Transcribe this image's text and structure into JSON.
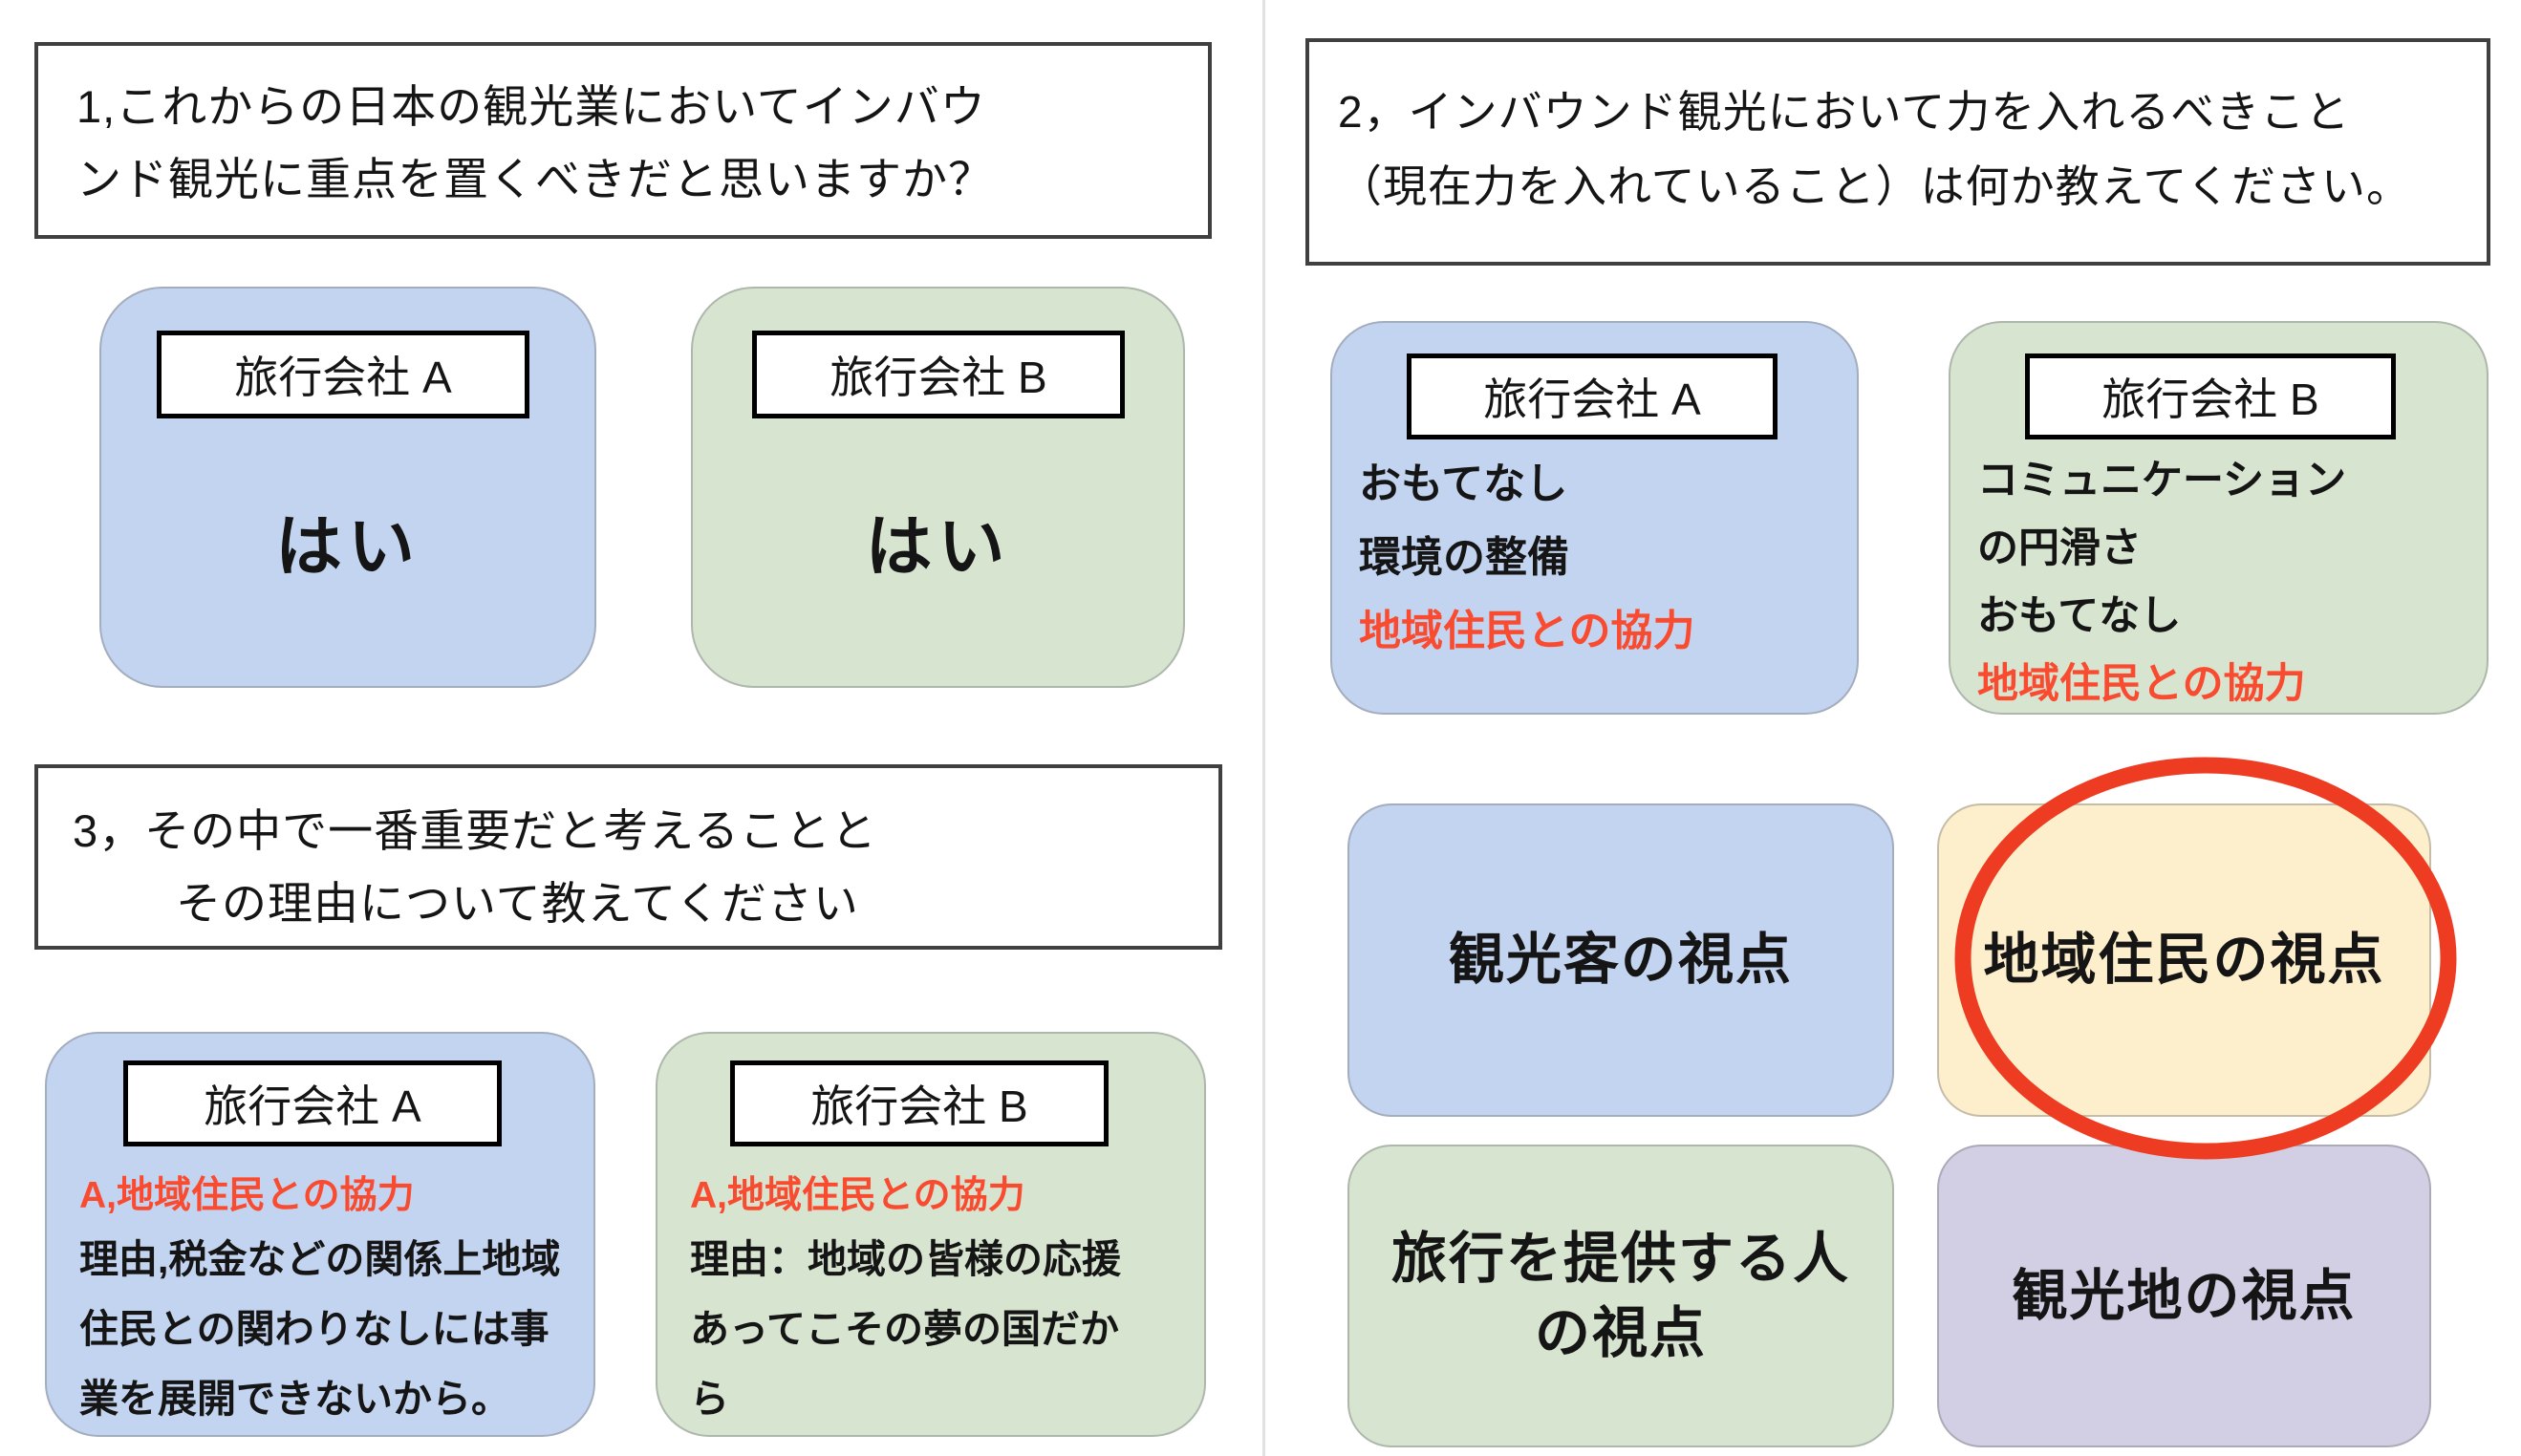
{
  "colors": {
    "card_blue": "#c3d4f0",
    "card_green": "#d6e4d0",
    "card_yellow": "#fdefcb",
    "card_purple": "#d2cfe4",
    "red_text": "#f94b30",
    "ellipse_red": "#ee3c22"
  },
  "q1": {
    "lines": [
      "1,これからの日本の観光業においてインバウ",
      "ンド観光に重点を置くべきだと思いますか？"
    ]
  },
  "q2": {
    "lines": [
      "2，インバウンド観光において力を入れるべきこと",
      "（現在力を入れていること）は何か教えてください。"
    ]
  },
  "q3": {
    "lines": [
      "3，その中で一番重要だと考えることと",
      "その理由について教えてください"
    ]
  },
  "section1": {
    "cardA": {
      "label": "旅行会社 A",
      "answer": "はい"
    },
    "cardB": {
      "label": "旅行会社 B",
      "answer": "はい"
    }
  },
  "section2": {
    "cardA": {
      "label": "旅行会社 A",
      "lines": [
        "おもてなし",
        "環境の整備",
        "地域住民との協力"
      ]
    },
    "cardB": {
      "label": "旅行会社 B",
      "lines": [
        "コミュニケーション",
        "の円滑さ",
        "おもてなし",
        "地域住民との協力"
      ]
    }
  },
  "section3": {
    "cardA": {
      "label": "旅行会社 A",
      "answer_red": "A,地域住民との協力",
      "reason_lines": [
        "理由,税金などの関係上地域",
        "住民との関わりなしには事",
        "業を展開できないから。"
      ]
    },
    "cardB": {
      "label": "旅行会社 B",
      "answer_red": "A,地域住民との協力",
      "reason_lines": [
        "理由：地域の皆様の応援",
        "あってこその夢の国だか",
        "ら"
      ]
    }
  },
  "grid": {
    "tourist": "観光客の視点",
    "residents": "地域住民の視点",
    "provider": "旅行を提供する人\nの視点",
    "destination": "観光地の視点"
  }
}
